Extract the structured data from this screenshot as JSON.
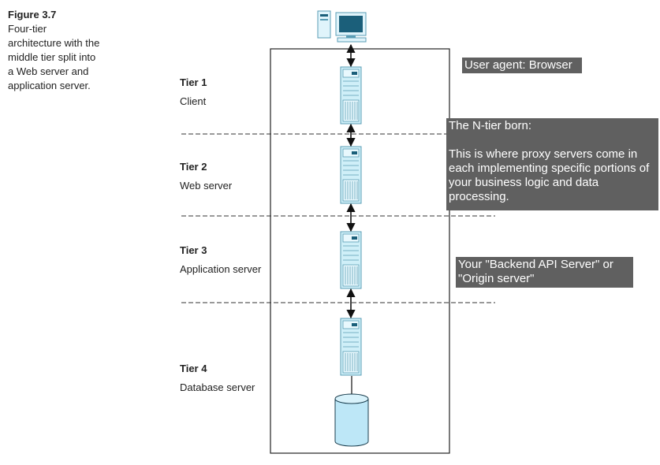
{
  "figure": {
    "title": "Figure 3.7",
    "caption": "Four-tier architecture with the middle tier split into a Web server and application server."
  },
  "tiers": [
    {
      "label": "Tier 1",
      "desc": "Client"
    },
    {
      "label": "Tier 2",
      "desc": "Web server"
    },
    {
      "label": "Tier 3",
      "desc": "Application server"
    },
    {
      "label": "Tier 4",
      "desc": "Database server"
    }
  ],
  "notes": {
    "browser": "User agent: Browser",
    "ntier": "The N-tier born:\n\nThis is where proxy servers come in each implementing specific portions of your business logic and data processing.",
    "backend": "Your \"Backend API Server\" or \"Origin server\""
  },
  "icons": [
    "desktop-computer-icon",
    "server-tower-icon",
    "database-cylinder-icon"
  ],
  "colors": {
    "server_fill": "#cfeff8",
    "server_stroke": "#5a9db5",
    "database_fill": "#bde7f7",
    "note_bg": "#606060",
    "note_text": "#ffffff"
  }
}
